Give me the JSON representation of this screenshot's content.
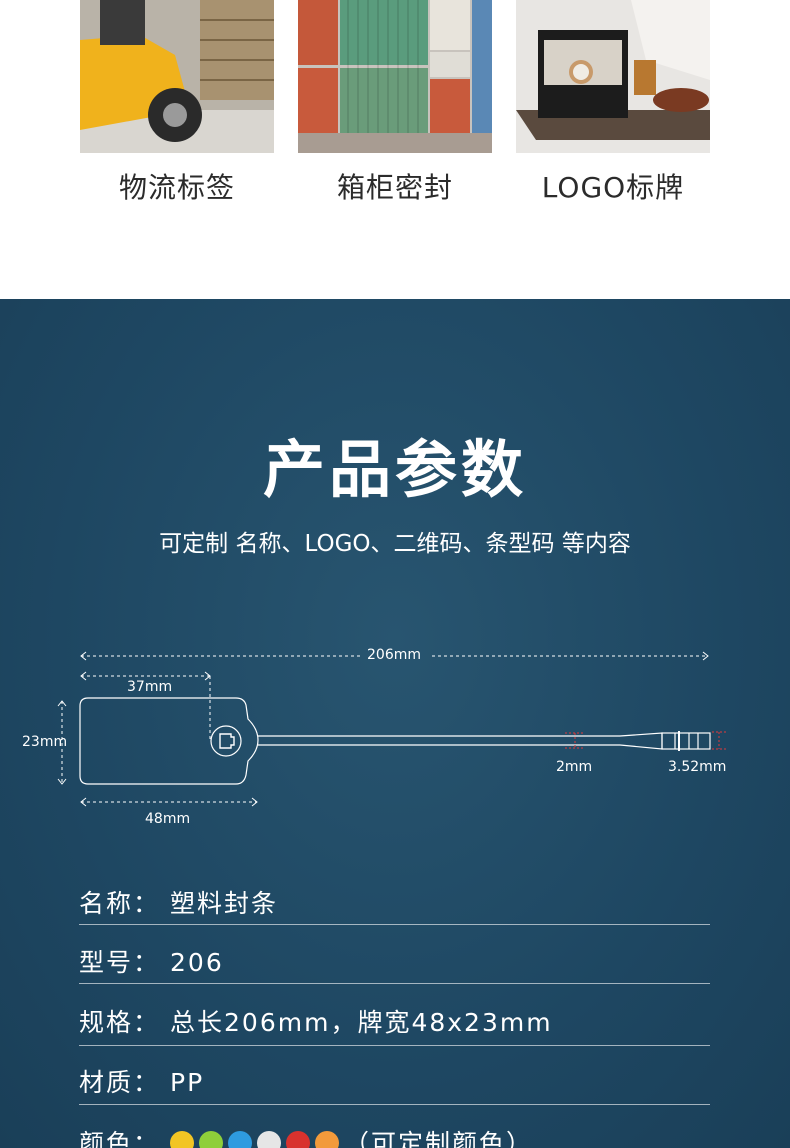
{
  "applications": [
    {
      "label": "物流标签",
      "icon": "forklift-photo"
    },
    {
      "label": "箱柜密封",
      "icon": "shipping-containers-photo"
    },
    {
      "label": "LOGO标牌",
      "icon": "watch-display-photo"
    }
  ],
  "spec": {
    "title": "产品参数",
    "subtitle": "可定制 名称、LOGO、二维码、条型码 等内容",
    "dimensions": {
      "total": "206mm",
      "hole_offset": "37mm",
      "height": "23mm",
      "tag_width": "48mm",
      "strap_width": "2mm",
      "tip_width": "3.52mm"
    },
    "rows": [
      {
        "key": "名称：",
        "value": "塑料封条"
      },
      {
        "key": "型号：",
        "value": "206"
      },
      {
        "key": "规格：",
        "value": "总长206mm，牌宽48x23mm"
      },
      {
        "key": "材质：",
        "value": "PP"
      },
      {
        "key": "颜色：",
        "value": "（可定制颜色）"
      }
    ],
    "colors": [
      "#f2c524",
      "#8ecf3a",
      "#2e9be0",
      "#e6e6e6",
      "#d8322e",
      "#f29a3b"
    ]
  }
}
